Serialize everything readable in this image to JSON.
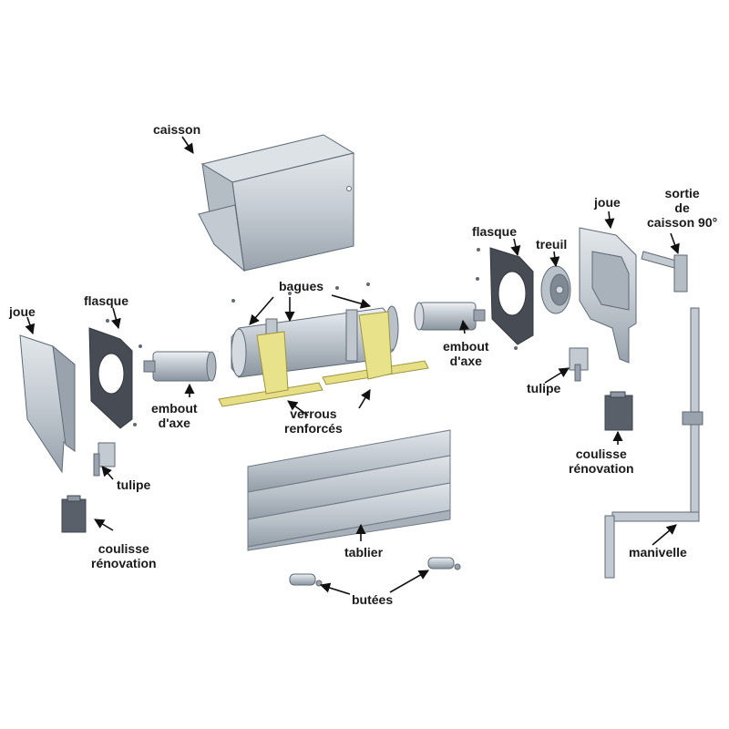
{
  "labels": {
    "caisson": "caisson",
    "bagues": "bagues",
    "joue_left": "joue",
    "flasque_left": "flasque",
    "embout_left_1": "embout",
    "embout_left_2": "d'axe",
    "verrous_1": "verrous",
    "verrous_2": "renforcés",
    "tulipe_left": "tulipe",
    "coulisse_left_1": "coulisse",
    "coulisse_left_2": "rénovation",
    "tablier": "tablier",
    "butees": "butées",
    "flasque_right": "flasque",
    "treuil": "treuil",
    "joue_right": "joue",
    "sortie_1": "sortie",
    "sortie_2": "de",
    "sortie_3": "caisson 90°",
    "embout_right_1": "embout",
    "embout_right_2": "d'axe",
    "tulipe_right": "tulipe",
    "coulisse_right_1": "coulisse",
    "coulisse_right_2": "rénovation",
    "manivelle": "manivelle"
  },
  "colors": {
    "part_gray": "#c9cfd6",
    "part_gray_dark": "#8e98a3",
    "part_outline": "#5f6a75",
    "dark_plate": "#4a4f57",
    "yellow": "#e6df86",
    "yellow_outline": "#9c9440",
    "arrow": "#111111"
  }
}
